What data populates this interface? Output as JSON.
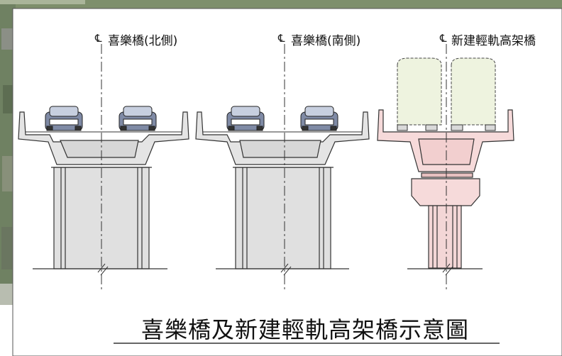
{
  "labels": {
    "bridge_north": "喜樂橋(北側)",
    "bridge_south": "喜樂橋(南側)",
    "bridge_lrt": "新建輕軌高架橋",
    "centerline_symbol": "℄"
  },
  "caption": "喜樂橋及新建輕軌高架橋示意圖",
  "colors": {
    "concrete": "#e4e4e4",
    "concrete_dark": "#cfcfcf",
    "lrt_concrete": "#f6dada",
    "lrt_car": "#eef3df",
    "line": "#333333",
    "vehicle_body": "#7f8aa5"
  }
}
